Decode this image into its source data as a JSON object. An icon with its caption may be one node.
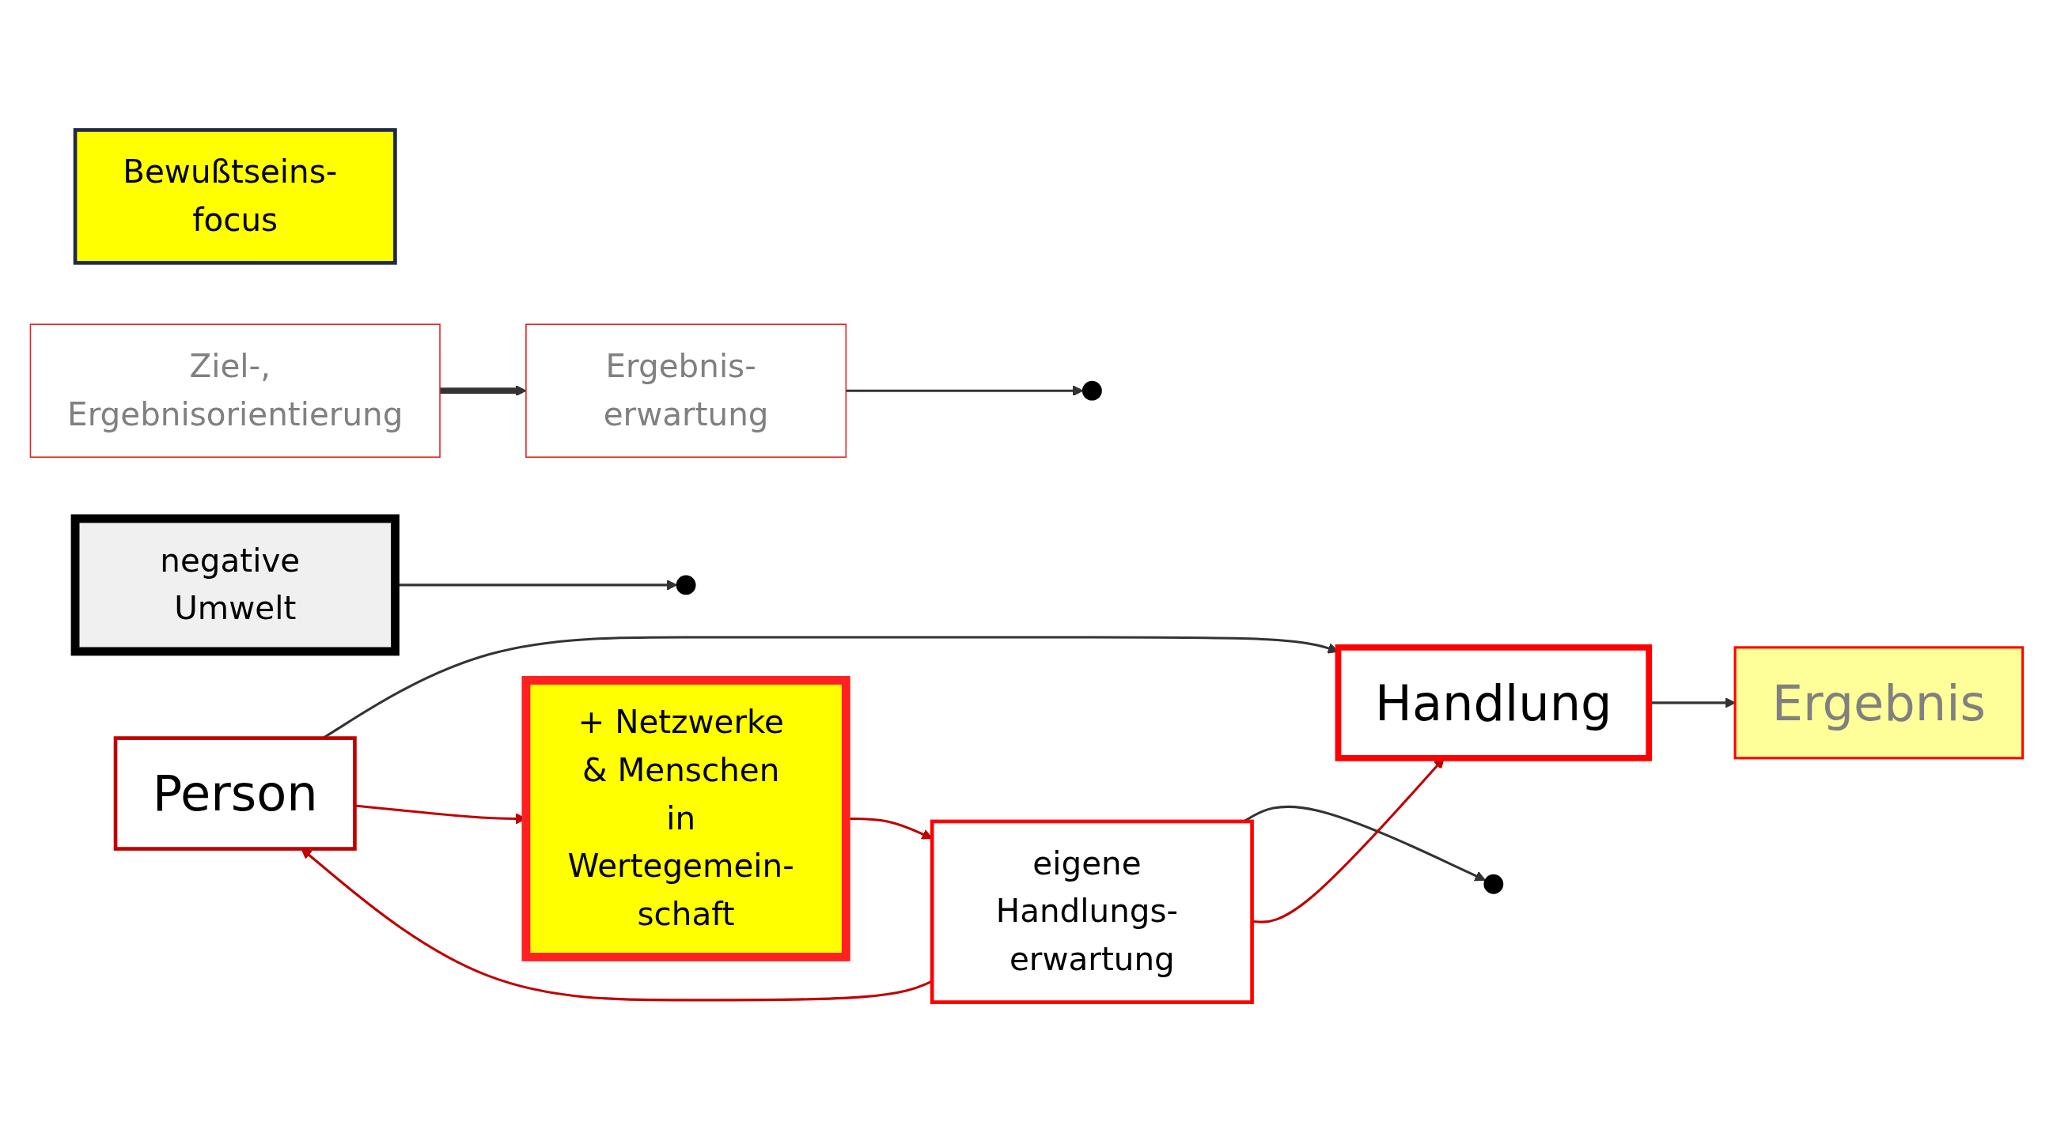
{
  "diagram": {
    "nodes": [
      {
        "text": [
          "Bewußtseins- focus"
        ]
      },
      {
        "text": [
          "Person"
        ]
      },
      {
        "text": [
          "Handlung"
        ]
      },
      {
        "text": [
          "negative Umwelt"
        ]
      },
      {
        "text": [
          "Ergebnis"
        ]
      },
      {
        "text": [
          "+ Netzwerke & Menschen in Wertegemein- schaft"
        ]
      },
      {
        "text": [
          "eigene Handlungs- erwartung"
        ]
      },
      {
        "text": [
          "Ergebnis- erwartung"
        ]
      },
      {
        "text": [
          "Ziel-, Ergebnisorientierung"
        ]
      }
    ],
    "edges": [
      {
        "from": 1,
        "to": 2,
        "arrow": "to"
      },
      {
        "from": 2,
        "to": 4,
        "arrow": "to"
      },
      {
        "from": 6,
        "to": null,
        "arrow": "to"
      },
      {
        "from": 3,
        "to": null,
        "arrow": "to"
      },
      {
        "from": 7,
        "to": null,
        "arrow": "to"
      },
      {
        "from": 8,
        "to": 7,
        "arrow": "to",
        "style": "thick"
      },
      {
        "from": 1,
        "to": 5,
        "arrow": "to",
        "color": "#c00000"
      },
      {
        "from": 6,
        "to": 1,
        "arrow": "to",
        "color": "#c00000"
      },
      {
        "from": 6,
        "to": 2,
        "arrow": "to",
        "color": "#c00000"
      },
      {
        "from": 5,
        "to": 6,
        "arrow": "to",
        "color": "#c00000"
      }
    ]
  }
}
